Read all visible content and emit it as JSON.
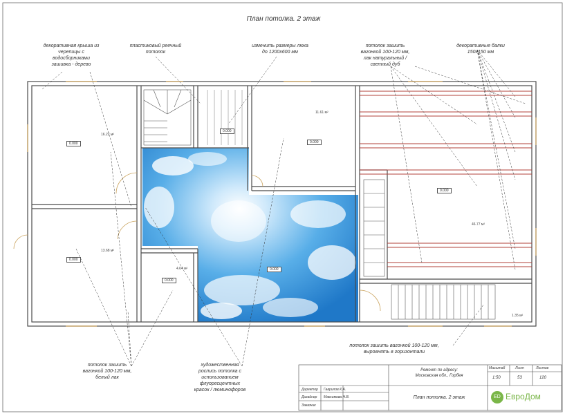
{
  "title": "План потолка. 2 этаж",
  "notes": {
    "roof": [
      "декоративная крыша из",
      "черепицы с",
      "водосборниками",
      "зашивка - дерево"
    ],
    "plastic": [
      "пластиковый реечный",
      "потолок"
    ],
    "hatch": [
      "изменить размеры люка",
      "до 1200х600 мм"
    ],
    "ceiling_lining": [
      "потолок зашить",
      "вагонкой 100-120 мм,",
      "лак натуральный /",
      "светлый дуб"
    ],
    "beams": [
      "декоративные балки",
      "150х150 мм"
    ],
    "bottom_lining": [
      "потолок зашить вагонкой 100-120 мм,",
      "выровнять в горизонтали"
    ],
    "white_lining": [
      "потолок зашить",
      "вагонкой 100-120 мм,",
      "белый лак"
    ],
    "art": [
      "художественная",
      "роспись потолка с",
      "использованием",
      "флуоресцентных",
      "красок / люминофоров"
    ]
  },
  "rooms": {
    "r1_area": "16.22 м²",
    "r2_area": "13.68 м²",
    "r3_area": "4.64 м²",
    "r4_area": "11.61 м²",
    "r5_area": "46.77 м²",
    "r6_area": "1.35 м²",
    "tag_a": "0.000",
    "tag_b": "0.000",
    "tag_c": "0.000",
    "tag_d": "0.000",
    "tag_e": "0.000",
    "tag_f": "0.000",
    "tag_g": "0.000"
  },
  "titleblock": {
    "address_1": "Ремонт по адресу:",
    "address_2": "Московская обл., Горбея",
    "row1_role": "Директор",
    "row1_name": "Гаврилов К.А.",
    "row2_role": "Дизайнер",
    "row2_name": "Максимова Н.В.",
    "row3_role": "Заказчик",
    "scale_h": "Масштаб",
    "scale_v": "1:50",
    "sheet_h": "Лист",
    "sheet_v": "53",
    "sheets_h": "Листов",
    "sheets_v": "120",
    "sheet_name": "План потолка. 2 этаж",
    "logo_mark": "ED",
    "logo_text": "ЕвроДом"
  },
  "colors": {
    "wall": "#4a4a4a",
    "sky": "#4ea6e6",
    "beam": "#b0403a",
    "window": "#c9a15a"
  }
}
